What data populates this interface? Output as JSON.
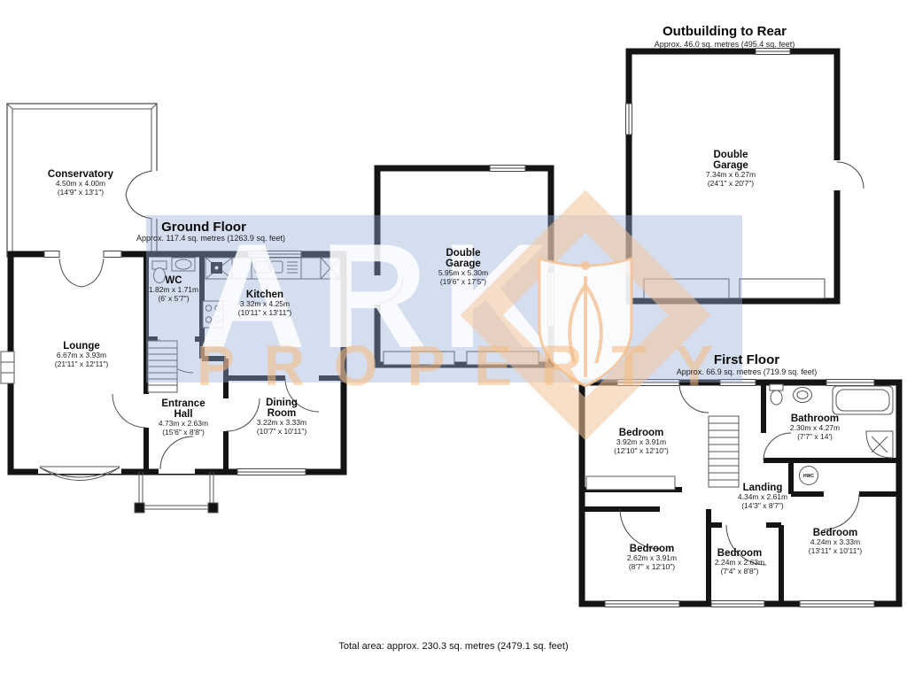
{
  "watermark": {
    "brand_top": "ARK",
    "brand_bottom": "PROPERTY",
    "band_color": "#dce4f1",
    "accent_color": "#f5c99b"
  },
  "ground_floor": {
    "title": "Ground Floor",
    "area": "Approx. 117.4 sq. metres (1263.9 sq. feet)",
    "rooms": {
      "conservatory": {
        "name": "Conservatory",
        "metric": "4.50m x 4.00m",
        "imperial": "(14'9\" x 13'1\")"
      },
      "wc": {
        "name": "WC",
        "metric": "1.82m x 1.71m",
        "imperial": "(6' x 5'7\")"
      },
      "kitchen": {
        "name": "Kitchen",
        "metric": "3.32m x 4.25m",
        "imperial": "(10'11\" x 13'11\")"
      },
      "lounge": {
        "name": "Lounge",
        "metric": "6.67m x 3.93m",
        "imperial": "(21'11\" x 12'11\")"
      },
      "entrance_hall": {
        "name": "Entrance Hall",
        "metric": "4.73m x 2.63m",
        "imperial": "(15'6\" x 8'8\")"
      },
      "dining_room": {
        "name": "Dining Room",
        "metric": "3.22m x 3.33m",
        "imperial": "(10'7\" x 10'11\")"
      }
    }
  },
  "garage": {
    "name": "Double Garage",
    "metric": "5.95m x 5.30m",
    "imperial": "(19'6\" x 17'5\")"
  },
  "outbuilding": {
    "title": "Outbuilding to Rear",
    "area": "Approx. 46.0 sq. metres (495.4 sq. feet)",
    "garage": {
      "name": "Double Garage",
      "metric": "7.34m x 6.27m",
      "imperial": "(24'1\" x 20'7\")"
    }
  },
  "first_floor": {
    "title": "First Floor",
    "area": "Approx. 66.9 sq. metres (719.9 sq. feet)",
    "rooms": {
      "bedroom_1": {
        "name": "Bedroom",
        "metric": "3.92m x 3.91m",
        "imperial": "(12'10\" x 12'10\")"
      },
      "bathroom": {
        "name": "Bathroom",
        "metric": "2.30m x 4.27m",
        "imperial": "(7'7\" x 14')"
      },
      "landing": {
        "name": "Landing",
        "metric": "4.34m x 2.61m",
        "imperial": "(14'3\" x 8'7\")"
      },
      "bedroom_2": {
        "name": "Bedroom",
        "metric": "2.62m x 3.91m",
        "imperial": "(8'7\" x 12'10\")"
      },
      "bedroom_3": {
        "name": "Bedroom",
        "metric": "2.24m x 2.63m",
        "imperial": "(7'4\" x 8'8\")"
      },
      "bedroom_4": {
        "name": "Bedroom",
        "metric": "4.24m x 3.33m",
        "imperial": "(13'11\" x 10'11\")"
      },
      "hwc_label": "HWC"
    }
  },
  "footer": {
    "total_area": "Total area: approx. 230.3 sq. metres (2479.1 sq. feet)"
  }
}
